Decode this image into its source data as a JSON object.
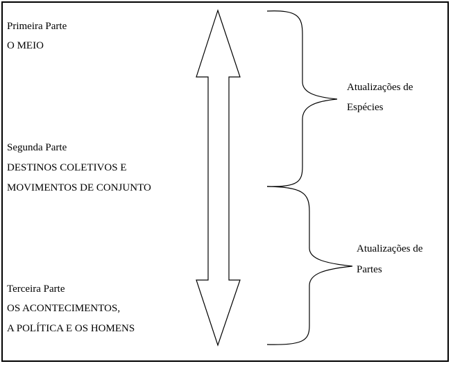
{
  "parts": [
    {
      "title": "Primeira Parte",
      "lines": [
        "O MEIO"
      ]
    },
    {
      "title": "Segunda Parte",
      "lines": [
        "DESTINOS COLETIVOS E",
        "MOVIMENTOS DE CONJUNTO"
      ]
    },
    {
      "title": "Terceira Parte",
      "lines": [
        "OS ACONTECIMENTOS,",
        "A POLÍTICA E OS HOMENS"
      ]
    }
  ],
  "braces": [
    {
      "lines": [
        "Atualizações de",
        "Espécies"
      ]
    },
    {
      "lines": [
        "Atualizações de",
        "Partes"
      ]
    }
  ],
  "colors": {
    "line": "#000000",
    "background": "#ffffff"
  }
}
